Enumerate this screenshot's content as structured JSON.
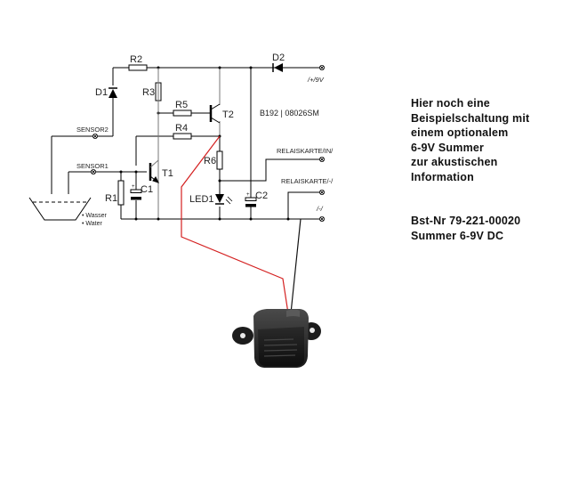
{
  "schematic": {
    "board_id": "B192 | 08026SM",
    "components": {
      "R1": "R1",
      "R2": "R2",
      "R3": "R3",
      "R4": "R4",
      "R5": "R5",
      "R6": "R6",
      "D1": "D1",
      "D2": "D2",
      "T1": "T1",
      "T2": "T2",
      "C1": "C1",
      "C2": "C2",
      "LED1": "LED1"
    },
    "terminals": {
      "sensor1": "SENSOR1",
      "sensor2": "SENSOR2",
      "supply": "/+/9V",
      "relay_in": "RELAISKARTE/IN/",
      "relay_minus": "RELAISKARTE/-/",
      "ground": "/-/"
    },
    "vessel_labels": [
      "• Wasser",
      "• Water"
    ],
    "polarity_mark": "+",
    "wire_colors": {
      "positive": "#d42020",
      "negative": "#111111",
      "circuit": "#000000",
      "rail": "#777777"
    }
  },
  "note": {
    "lines": [
      "Hier noch eine",
      "Beispielschaltung mit",
      "einem optionalem",
      "6-9V Summer",
      "zur akustischen",
      "Information"
    ],
    "order_number": "Bst-Nr 79-221-00020",
    "product": "Summer 6-9V DC"
  }
}
